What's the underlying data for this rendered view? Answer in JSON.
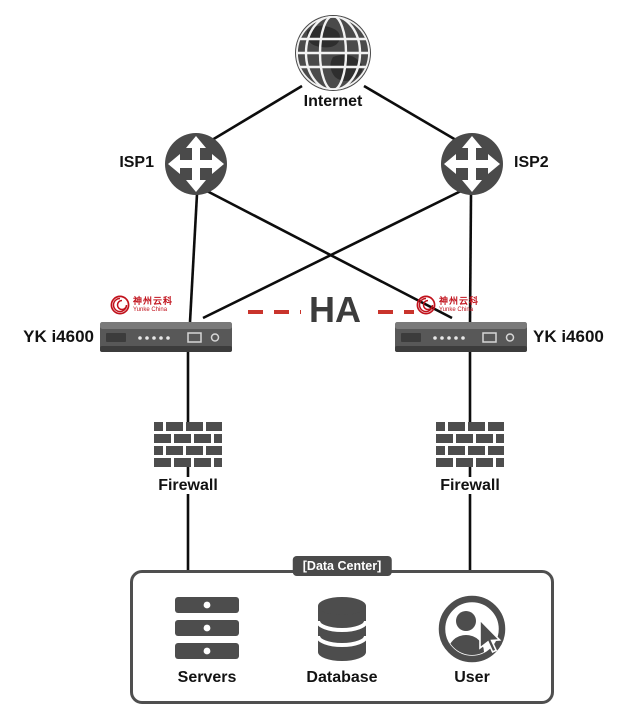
{
  "diagram": {
    "nodes": {
      "internet": {
        "label": "Internet"
      },
      "isp1": {
        "label": "ISP1"
      },
      "isp2": {
        "label": "ISP2"
      },
      "yk_left": {
        "label": "YK i4600",
        "logo_cn": "神州云科",
        "logo_en": "Yunke China"
      },
      "yk_right": {
        "label": "YK i4600",
        "logo_cn": "神州云科",
        "logo_en": "Yunke China"
      },
      "ha_link": {
        "label": "HA"
      },
      "firewall_left": {
        "label": "Firewall"
      },
      "firewall_right": {
        "label": "Firewall"
      },
      "datacenter": {
        "label": "[Data Center]"
      },
      "servers": {
        "label": "Servers"
      },
      "database": {
        "label": "Database"
      },
      "user": {
        "label": "User"
      }
    },
    "connections": [
      {
        "from": "internet",
        "to": "isp1",
        "type": "line"
      },
      {
        "from": "internet",
        "to": "isp2",
        "type": "line"
      },
      {
        "from": "isp1",
        "to": "yk_left",
        "type": "line"
      },
      {
        "from": "isp1",
        "to": "yk_right",
        "type": "line"
      },
      {
        "from": "isp2",
        "to": "yk_left",
        "type": "line"
      },
      {
        "from": "isp2",
        "to": "yk_right",
        "type": "line"
      },
      {
        "from": "yk_left",
        "to": "yk_right",
        "type": "ha-dashed"
      },
      {
        "from": "yk_left",
        "to": "firewall_left",
        "type": "line"
      },
      {
        "from": "yk_right",
        "to": "firewall_right",
        "type": "line"
      },
      {
        "from": "firewall_left",
        "to": "datacenter",
        "type": "line"
      },
      {
        "from": "firewall_right",
        "to": "datacenter",
        "type": "line"
      }
    ],
    "colors": {
      "node_gray": "#4d4d4d",
      "line_black": "#0d0d0d",
      "ha_red": "#c9342c",
      "logo_red": "#c1121c"
    }
  }
}
